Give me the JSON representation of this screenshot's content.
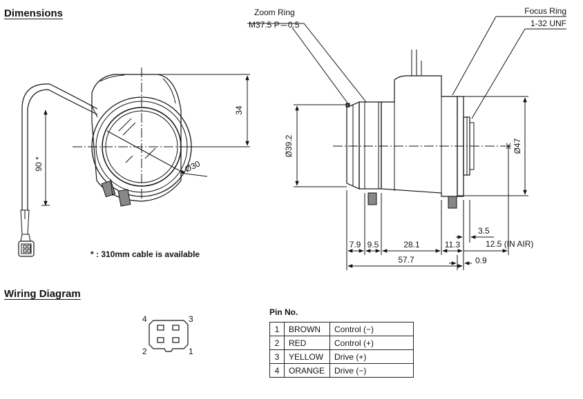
{
  "sections": {
    "dimensions": "Dimensions",
    "wiring": "Wiring Diagram"
  },
  "front_view": {
    "height_dim": "34",
    "diameter_dim": "Ø30",
    "cable_dim": "90 *",
    "cable_note": "* : 310mm cable is available"
  },
  "side_view": {
    "zoom_ring_label": "Zoom Ring",
    "zoom_ring_thread": "M37.5 P＝0.5",
    "focus_ring_label": "Focus Ring",
    "focus_ring_thread": "1-32 UNF",
    "dia_left": "Ø39.2",
    "dia_right": "Ø47",
    "dim_bottom": [
      "7.9",
      "9.5",
      "28.1",
      "11.3"
    ],
    "dim_total": "57.7",
    "dim_flange": "3.5",
    "dim_back_focus": "12.5 (IN AIR)",
    "dim_small": "0.9"
  },
  "connector": {
    "pin_labels": [
      "4",
      "3",
      "2",
      "1"
    ]
  },
  "pin_table": {
    "title": "Pin No.",
    "rows": [
      {
        "no": "1",
        "color": "BROWN",
        "function": "Control (−)"
      },
      {
        "no": "2",
        "color": "RED",
        "function": "Control (+)"
      },
      {
        "no": "3",
        "color": "YELLOW",
        "function": "Drive (+)"
      },
      {
        "no": "4",
        "color": "ORANGE",
        "function": "Drive (−)"
      }
    ]
  }
}
